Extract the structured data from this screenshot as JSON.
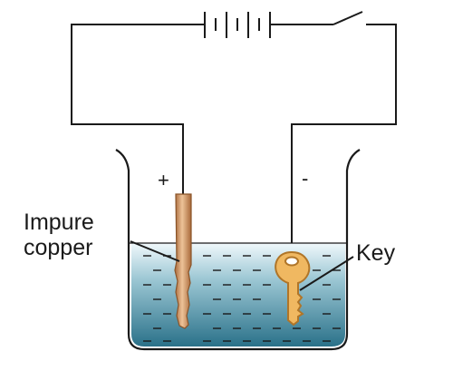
{
  "labels": {
    "anode_line1": "Impure",
    "anode_line2": "copper",
    "cathode": "Key",
    "plus_sign": "+",
    "minus_sign": "-"
  },
  "colors": {
    "wire": "#1a1a1a",
    "liquid_top": "#eaf4f8",
    "liquid_bottom": "#27718a",
    "liquid_surface": "#dff0f5",
    "copper_light": "#e3b58a",
    "copper_dark": "#a8683a",
    "key_gold": "#f0b861",
    "key_outline": "#b07528"
  },
  "icons": {
    "battery": "battery-icon",
    "switch": "switch-icon",
    "beaker": "beaker-icon"
  }
}
